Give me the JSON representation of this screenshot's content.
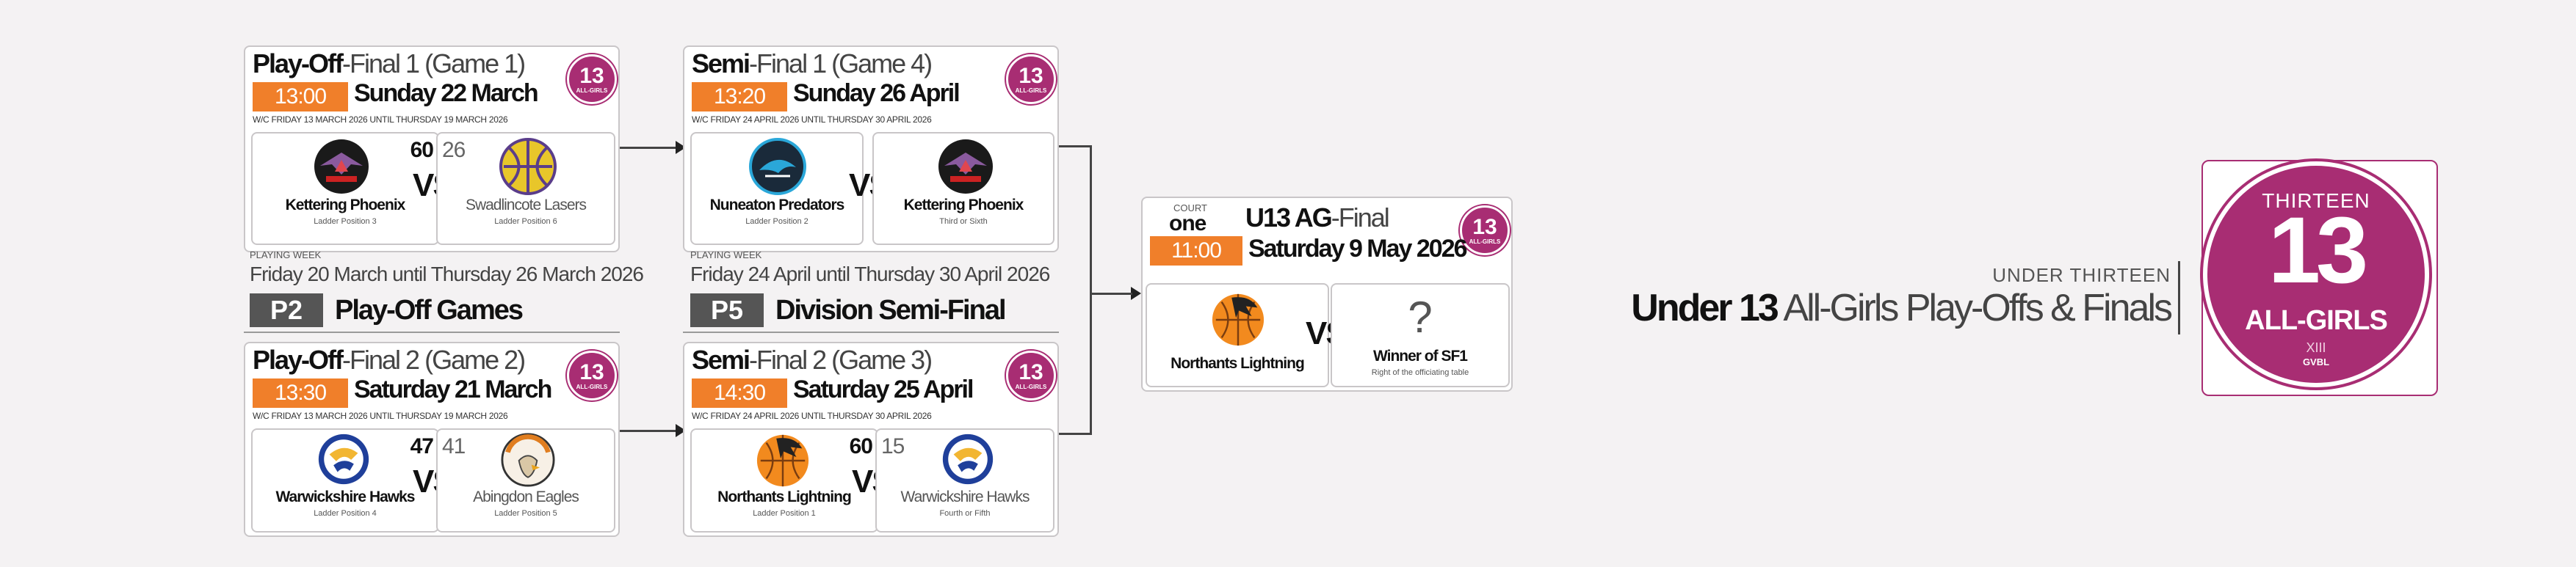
{
  "matches": {
    "pf1": {
      "title_bold": "Play-Off",
      "title_light": "-Final 1 (Game 1)",
      "time": "13:00",
      "date": "Sunday 22 March",
      "window": "W/C FRIDAY 13 MARCH 2026 UNTIL THURSDAY 19 MARCH 2026",
      "home": {
        "name": "Kettering Phoenix",
        "sub": "Ladder Position 3",
        "score": "60"
      },
      "away": {
        "name": "Swadlincote Lasers",
        "sub": "Ladder Position 6",
        "score": "26"
      },
      "vs": "VS"
    },
    "pf2": {
      "title_bold": "Play-Off",
      "title_light": "-Final 2 (Game 2)",
      "time": "13:30",
      "date": "Saturday 21 March",
      "window": "W/C FRIDAY 13 MARCH 2026 UNTIL THURSDAY 19 MARCH 2026",
      "home": {
        "name": "Warwickshire Hawks",
        "sub": "Ladder Position 4",
        "score": "47"
      },
      "away": {
        "name": "Abingdon Eagles",
        "sub": "Ladder Position 5",
        "score": "41"
      },
      "vs": "VS"
    },
    "sf1": {
      "title_bold": "Semi",
      "title_light": "-Final 1 (Game 4)",
      "time": "13:20",
      "date": "Sunday 26 April",
      "window": "W/C FRIDAY 24 APRIL 2026 UNTIL THURSDAY 30 APRIL 2026",
      "home": {
        "name": "Nuneaton Predators",
        "sub": "Ladder Position 2"
      },
      "away": {
        "name": "Kettering Phoenix",
        "sub": "Third or Sixth"
      },
      "vs": "VS"
    },
    "sf2": {
      "title_bold": "Semi",
      "title_light": "-Final 2 (Game 3)",
      "time": "14:30",
      "date": "Saturday 25 April",
      "window": "W/C FRIDAY 24 APRIL 2026 UNTIL THURSDAY 30 APRIL 2026",
      "home": {
        "name": "Northants Lightning",
        "sub": "Ladder Position 1",
        "score": "60"
      },
      "away": {
        "name": "Warwickshire Hawks",
        "sub": "Fourth or Fifth",
        "score": "15"
      },
      "vs": "VS"
    },
    "final": {
      "court_label": "COURT",
      "court": "one",
      "title_bold": "U13 AG",
      "title_light": "-Final",
      "time": "11:00",
      "date": "Saturday 9 May 2026",
      "home": {
        "name": "Northants Lightning"
      },
      "away": {
        "name": "Winner of SF1",
        "sub": "Right of the officiating table",
        "placeholder": "?"
      },
      "vs": "VS"
    }
  },
  "badge": {
    "number": "13",
    "label": "ALL-GIRLS"
  },
  "weeks": {
    "p2": {
      "label": "PLAYING WEEK",
      "dates": "Friday 20 March until Thursday 26 March 2026",
      "code": "P2",
      "name": "Play-Off Games"
    },
    "p5": {
      "label": "PLAYING WEEK",
      "dates": "Friday 24 April until Thursday 30 April 2026",
      "code": "P5",
      "name": "Division Semi-Final"
    }
  },
  "header": {
    "kicker": "UNDER THIRTEEN",
    "title_bold": "Under 13",
    "title_light": "All-Girls Play-Offs & Finals"
  },
  "emblem": {
    "top": "THIRTEEN",
    "number": "13",
    "label": "ALL-GIRLS",
    "roman": "XIII",
    "brand": "GVBL"
  },
  "colors": {
    "accent": "#f07f2a",
    "brand": "#a82d73",
    "dark": "#555555"
  }
}
